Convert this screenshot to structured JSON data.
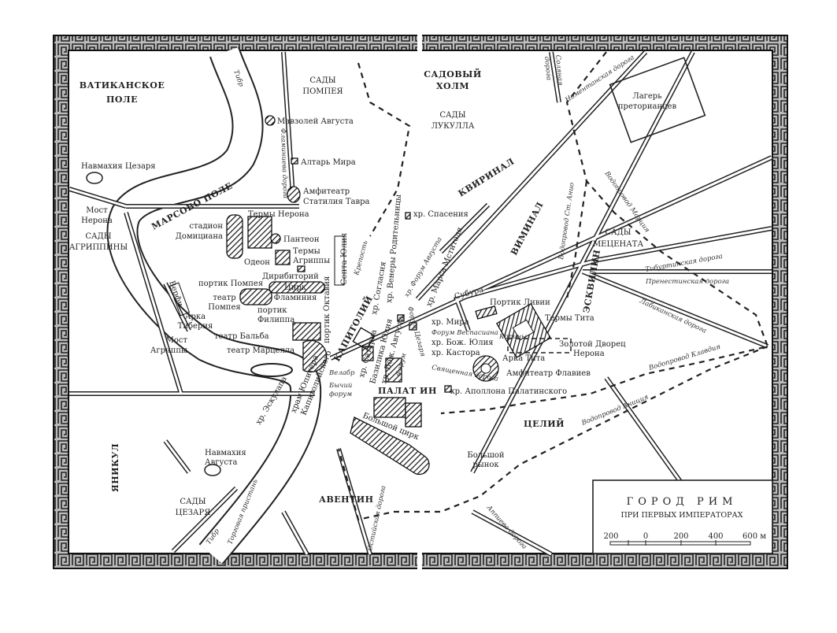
{
  "title": {
    "main": "ГОРОД РИМ",
    "sub": "ПРИ ПЕРВЫХ ИМПЕРАТОРАХ"
  },
  "scale": {
    "ticks": [
      "200",
      "0",
      "200",
      "400",
      "600 м"
    ]
  },
  "regions": {
    "vatican": [
      "ВАТИКАНСКОЕ",
      "ПОЛЕ"
    ],
    "campus": "МАРСОВО ПОЛЕ",
    "pompey_gardens": [
      "САДЫ",
      "ПОМПЕЯ"
    ],
    "garden_hill": [
      "САДОВЫЙ",
      "ХОЛМ"
    ],
    "lucullus": [
      "САДЫ",
      "ЛУКУЛЛА"
    ],
    "quirinal": "КВИРИНАЛ",
    "viminal": "ВИМИНАЛ",
    "esquiline": "ЭСКВИЛИН",
    "maecenas": [
      "САДЫ",
      "МЕЦЕНАТА"
    ],
    "capitol": "КАПИТОЛИЙ",
    "palatine": "ПАЛАТ  ИН",
    "caelian": "ЦЕЛИЙ",
    "aventine": "АВЕНТИН",
    "janiculum": "ЯНИКУЛ",
    "agrippina": [
      "САДЫ",
      "АГРИППИНЫ"
    ],
    "caesar_gardens": [
      "САДЫ",
      "ЦЕЗАРЯ"
    ]
  },
  "places": {
    "mausoleum": "Мавзолей Августа",
    "ara_pacis": "Алтарь Мира",
    "amph_taurus": [
      "Амфитеатр",
      "Статилия Тавра"
    ],
    "nero_baths": "Термы Нерона",
    "stadium": [
      "стадион",
      "Домициана"
    ],
    "pantheon": "Пантеон",
    "odeon": "Одеон",
    "agrippa_baths": [
      "Термы",
      "Агриппы"
    ],
    "diribitorium": "Дирибиторий",
    "circus_flaminius": [
      "Цирк",
      "Фламиния"
    ],
    "pompey_portico": "портик Помпея",
    "pompey_theatre": [
      "театр",
      "Помпея"
    ],
    "philip_portico": [
      "портик",
      "Филиппа"
    ],
    "tiberius_arch": [
      "Арка",
      "Тиберия"
    ],
    "balbus": "театр Бальба",
    "marcellus": "театр Марцелла",
    "nero_bridge": [
      "Мост",
      "Нерона"
    ],
    "agrippa_bridge": [
      "Мост",
      "Агриппы"
    ],
    "naumachia_caesar": "Навмахия Цезаря",
    "naumachia_augustus": [
      "Навмахия",
      "Августа"
    ],
    "shipyards": "Верфи",
    "saepta": "Септа Юлия",
    "salus": "хр. Спасения",
    "venus": "хр. Венеры Родительницы",
    "mars": "хр. Марса Мстителя",
    "subura": "Субура",
    "livia": "Портик Ливии",
    "titus_baths": "Термы Тита",
    "golden_house": [
      "Золотой Дворец",
      "Нерона"
    ],
    "colosseum": "Амфитеатр Флавиев",
    "apollo": "хр. Аполлона Палатинского",
    "circus_maximus": "Большой цирк",
    "macellum": [
      "Большой",
      "рынок"
    ],
    "praetorian": [
      "Лагерь",
      "преторианцев"
    ],
    "peace": "хр. Мира",
    "vespasian_forum": "Форум Веспасиана",
    "castor": "хр. Кастора",
    "divus_julius": "хр. Бож. Юлия",
    "titus_arch": "Арка Тита",
    "carinae": "Карины",
    "sacred_way": "Священная дорога",
    "augustus_forum": "хр. Форум Августа",
    "caesar_forum": "Форум Цезаря",
    "arx": "Крепость",
    "concord": "хр. Согласия",
    "forum": "Форум",
    "saturn": "хр. Сатурна",
    "basilica": "Базилика Юлия",
    "divus_aug": "хр. Бож. Августа",
    "velabrum": "Велабр",
    "boarium": [
      "Бычий",
      "форум"
    ],
    "jupiter": [
      "храм Юпитера",
      "Капитолийского"
    ],
    "octavia": "портик Октавия",
    "aesculapius": "хр. Эскулапа",
    "emporium": "Торговая пристань",
    "tiber": "Тибр"
  },
  "roads": {
    "flaminia": "Фламиниева дорога",
    "salaria": [
      "Соляная",
      "дорога"
    ],
    "nomentana": "Номентанская дорога",
    "tiburtina": "Тибуртинская дорога",
    "praenestina": "Пренестинская дорога",
    "labicana": "Лабиканская дорога",
    "claudia": "Водопровод Клавдия",
    "anio": "Водопровод Аниция",
    "marcia": "Водопровод Марция",
    "anio_vetus": "Водопровод Ст. Анио",
    "ostiensis": "Остийская дорога",
    "appia": "Аппиева дорога"
  }
}
